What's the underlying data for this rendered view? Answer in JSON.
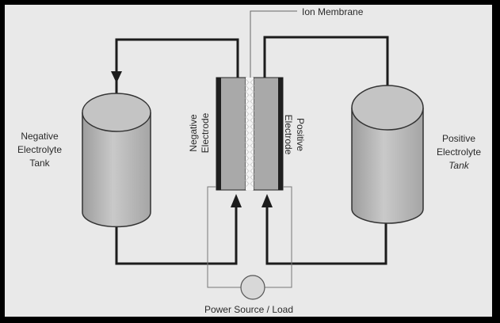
{
  "labels": {
    "ion_membrane": "Ion Membrane",
    "negative_tank": [
      "Negative",
      "Electrolyte",
      "Tank"
    ],
    "positive_tank": [
      "Positive",
      "Electrolyte",
      "Tank"
    ],
    "negative_electrode": [
      "Negative",
      "Electrode"
    ],
    "positive_electrode": [
      "Positive",
      "Electrode"
    ],
    "power_source": "Power Source / Load"
  },
  "colors": {
    "background": "#e9e9e9",
    "frame": "#000000",
    "pipe": "#1c1c1c",
    "tank_fill": "#bdbdbd",
    "electrode_fill": "#a9a9a9",
    "membrane": "#f4f4f4",
    "wire": "#777777"
  }
}
